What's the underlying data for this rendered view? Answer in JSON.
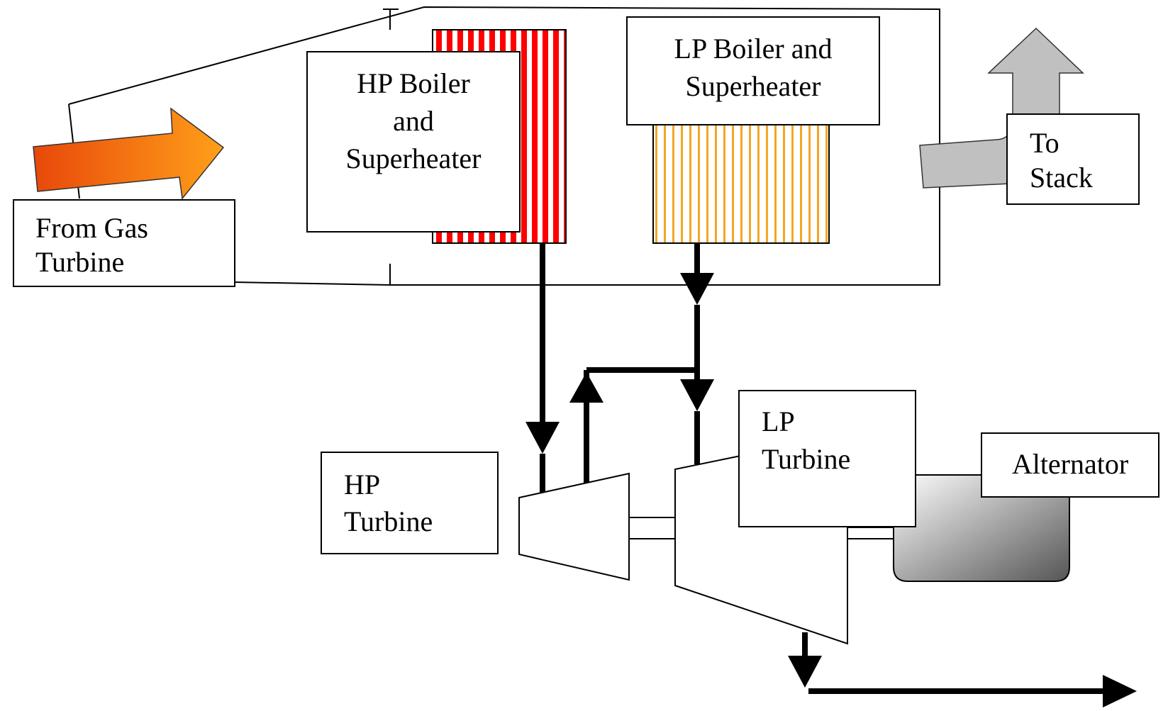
{
  "labels": {
    "from_gas_turbine": [
      "From Gas",
      "Turbine"
    ],
    "hp_boiler": [
      "HP Boiler",
      "and",
      "Superheater"
    ],
    "lp_boiler": [
      "LP Boiler and",
      "Superheater"
    ],
    "to_stack": [
      "To",
      "Stack"
    ],
    "hp_turbine": [
      "HP",
      "Turbine"
    ],
    "lp_turbine": [
      "LP",
      "Turbine"
    ],
    "alternator": "Alternator"
  },
  "colors": {
    "hp_stripe": "#ff0000",
    "lp_stripe": "#f5a623",
    "gas_arrow_start": "#e8480a",
    "gas_arrow_end": "#ffa01a",
    "stack_arrow": "#c0c0c0"
  }
}
